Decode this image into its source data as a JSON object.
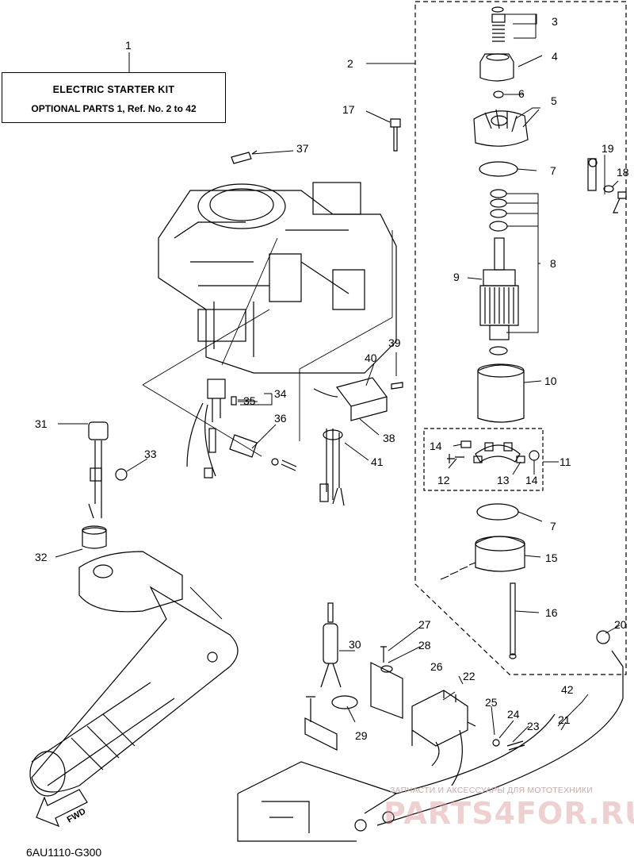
{
  "kit_box": {
    "ref": "1",
    "title": "ELECTRIC  STARTER KIT",
    "subtitle": "OPTIONAL PARTS 1, Ref. No. 2 to 42"
  },
  "labels": {
    "n2": "2",
    "n3": "3",
    "n4": "4",
    "n5": "5",
    "n6": "6",
    "n7a": "7",
    "n7b": "7",
    "n8": "8",
    "n9": "9",
    "n10": "10",
    "n11": "11",
    "n12": "12",
    "n13": "13",
    "n14a": "14",
    "n14b": "14",
    "n15": "15",
    "n16": "16",
    "n17": "17",
    "n18": "18",
    "n19": "19",
    "n20": "20",
    "n21": "21",
    "n22": "22",
    "n23": "23",
    "n24": "24",
    "n25": "25",
    "n26": "26",
    "n27": "27",
    "n28": "28",
    "n29": "29",
    "n30": "30",
    "n31": "31",
    "n32": "32",
    "n33": "33",
    "n34": "34",
    "n35": "35",
    "n36": "36",
    "n37": "37",
    "n38": "38",
    "n39": "39",
    "n40": "40",
    "n41": "41",
    "n42": "42"
  },
  "direction_marker": "FWD",
  "diagram_code": "6AU1110-G300",
  "watermark": {
    "line1": "ЗАПЧАСТИ И АКСЕССУАРЫ ДЛЯ МОТОТЕХНИКИ",
    "line2": "PARTS4FOR.RU"
  }
}
